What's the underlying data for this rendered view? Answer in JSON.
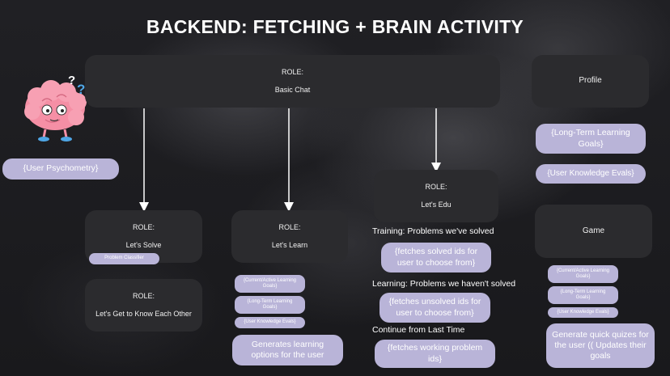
{
  "title": "BACKEND: FETCHING + BRAIN ACTIVITY",
  "nodes": {
    "basic_chat": {
      "role": "ROLE:",
      "name": "Basic Chat"
    },
    "profile": {
      "name": "Profile"
    },
    "lets_solve": {
      "role": "ROLE:",
      "name": "Let's Solve"
    },
    "lets_learn": {
      "role": "ROLE:",
      "name": "Let's Learn"
    },
    "lets_edu": {
      "role": "ROLE:",
      "name": "Let's Edu"
    },
    "know_each_other": {
      "role": "ROLE:",
      "name": "Let's Get to Know Each Other"
    },
    "game": {
      "name": "Game"
    }
  },
  "pills": {
    "user_psychometry": "{User Psychometry}",
    "problem_classifier": "Problem Classifier",
    "profile_long_term": "{Long-Term Learning Goals}",
    "profile_knowledge": "{User Knowledge Evals}",
    "learn_current": "{Current/Active Learning Goals}",
    "learn_long_term": "{Long-Term Learning Goals}",
    "learn_knowledge": "{User Knowledge Evals}",
    "learn_generates": "Generates learning options for the user",
    "edu_solved": "{fetches solved ids for user to choose from}",
    "edu_unsolved": "{fetches unsolved ids for user to choose from}",
    "edu_working": "{fetches working problem ids}",
    "game_current": "{Current/Active Learning Goals}",
    "game_long_term": "{Long-Term Learning Goals}",
    "game_knowledge": "{User Knowledge Evals}",
    "game_quizzes": "Generate quick quizes for the user (( Updates their goals"
  },
  "edu_labels": {
    "training": "Training: Problems we've solved",
    "learning": "Learning: Problems we haven't solved",
    "continue": "Continue from Last Time"
  },
  "mascot": {
    "icon": "brain-mascot-icon",
    "marks": "? ?"
  },
  "colors": {
    "box": "#2b2b2e",
    "pill": "#b9b4d8",
    "text": "#ffffff",
    "arrow": "#ffffff"
  }
}
